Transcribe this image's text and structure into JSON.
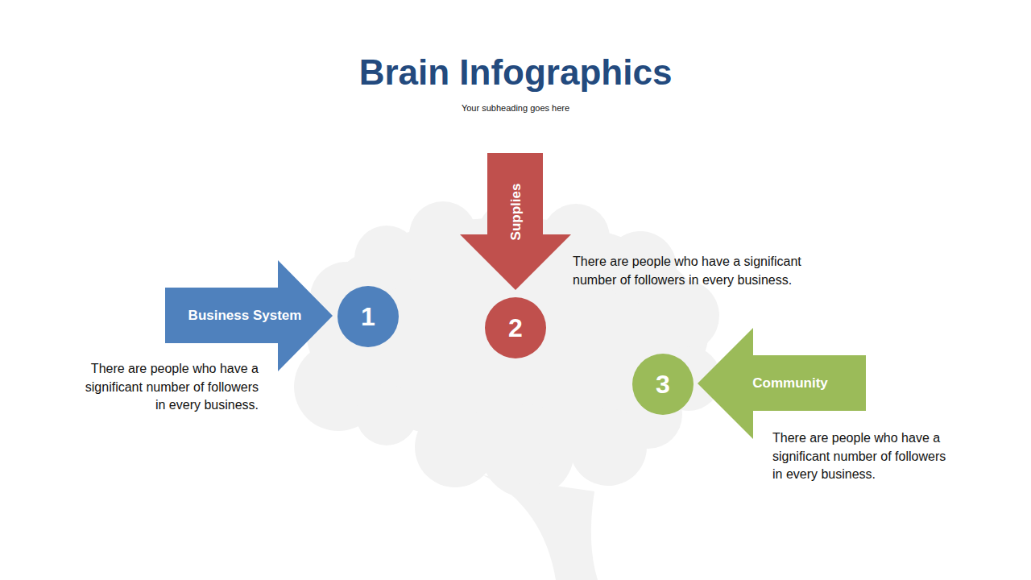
{
  "diagram": {
    "title": "Brain Infographics",
    "nodes": [
      {
        "text": [
          "Business System"
        ]
      },
      {
        "text": [
          "1"
        ]
      },
      {
        "text": [
          "Supplies"
        ]
      },
      {
        "text": [
          "2"
        ]
      },
      {
        "text": [
          "3"
        ]
      },
      {
        "text": [
          "Community"
        ]
      }
    ],
    "labels": [
      "Your subheading goes here",
      "There are people who have a significant number of followers in every business.",
      "There are people who have a significant number of followers in every business.",
      "There are people who have a significant number of followers in every business."
    ]
  }
}
